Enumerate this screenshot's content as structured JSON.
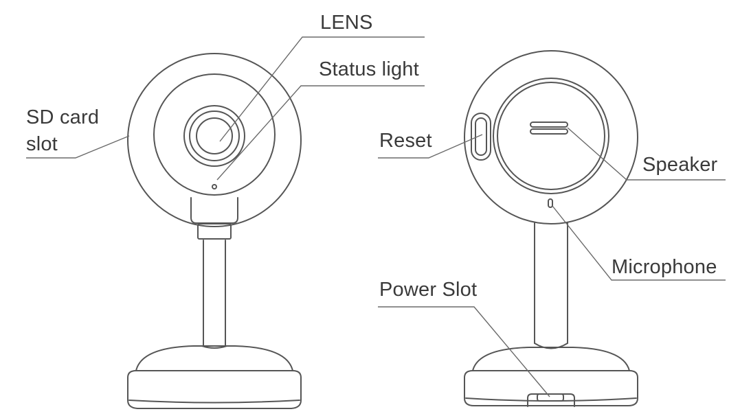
{
  "front_view": {
    "labels": {
      "lens": "LENS",
      "status_light": "Status light",
      "sd_card_slot_line1": "SD card",
      "sd_card_slot_line2": "slot"
    }
  },
  "back_view": {
    "labels": {
      "reset": "Reset",
      "speaker": "Speaker",
      "microphone": "Microphone",
      "power_slot": "Power Slot"
    }
  },
  "colors": {
    "line": "#555555",
    "leader": "#6a6a6a",
    "text": "#3a3a3a",
    "background": "#ffffff"
  }
}
